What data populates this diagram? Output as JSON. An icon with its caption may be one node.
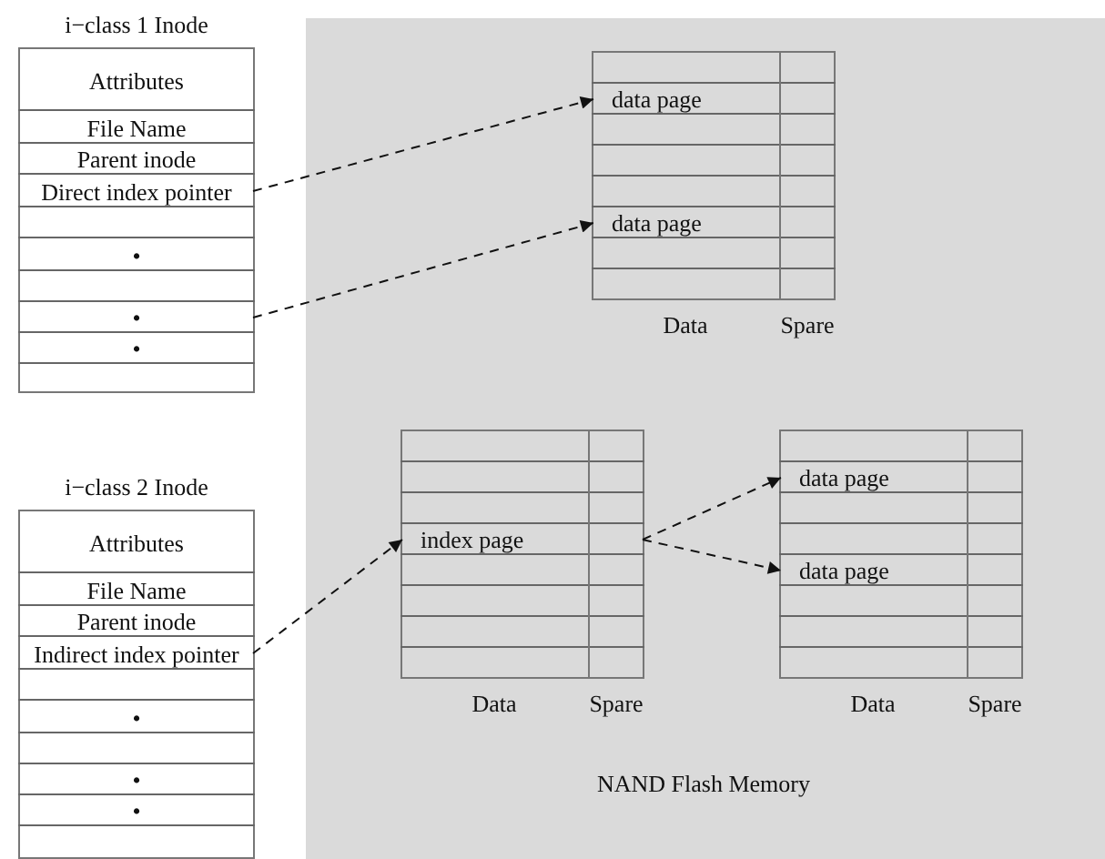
{
  "diagram": {
    "nodes": [
      {
        "text": [
          "i−class 1 Inode"
        ]
      },
      {
        "text": [
          "Attributes"
        ],
        "in": 0
      },
      {
        "text": [
          "File Name"
        ],
        "in": 0
      },
      {
        "text": [
          "Parent inode"
        ],
        "in": 0
      },
      {
        "text": [
          "Direct index pointer"
        ],
        "in": 0
      },
      {
        "text": [
          "•"
        ],
        "in": 0
      },
      {
        "text": [
          "•"
        ],
        "in": 0
      },
      {
        "text": [
          "•"
        ],
        "in": 0
      },
      {
        "text": [
          "NAND Flash Memory"
        ]
      },
      {
        "text": [
          "Data",
          "Spare"
        ],
        "in": 8
      },
      {
        "text": [
          "data page"
        ],
        "in": 9
      },
      {
        "text": [
          "data page"
        ],
        "in": 9
      },
      {
        "text": [
          "Data",
          "Spare"
        ],
        "in": 8
      },
      {
        "text": [
          "index page"
        ],
        "in": 12
      },
      {
        "text": [
          "Data",
          "Spare"
        ],
        "in": 8
      },
      {
        "text": [
          "data page"
        ],
        "in": 14
      },
      {
        "text": [
          "data page"
        ],
        "in": 14
      },
      {
        "text": [
          "i−class 2 Inode"
        ]
      },
      {
        "text": [
          "Attributes"
        ],
        "in": 17
      },
      {
        "text": [
          "File Name"
        ],
        "in": 17
      },
      {
        "text": [
          "Parent inode"
        ],
        "in": 17
      },
      {
        "text": [
          "Indirect index pointer"
        ],
        "in": 17
      },
      {
        "text": [
          "•"
        ],
        "in": 17
      },
      {
        "text": [
          "•"
        ],
        "in": 17
      },
      {
        "text": [
          "•"
        ],
        "in": 17
      }
    ],
    "edges": [
      {
        "from": 4,
        "to": 10,
        "arrow": "to",
        "style": "dashed"
      },
      {
        "from": 6,
        "to": 11,
        "arrow": "to",
        "style": "dashed"
      },
      {
        "from": 21,
        "to": 13,
        "arrow": "to",
        "style": "dashed"
      },
      {
        "from": 13,
        "to": 15,
        "arrow": "to",
        "style": "dashed"
      },
      {
        "from": 13,
        "to": 16,
        "arrow": "to",
        "style": "dashed"
      }
    ]
  }
}
